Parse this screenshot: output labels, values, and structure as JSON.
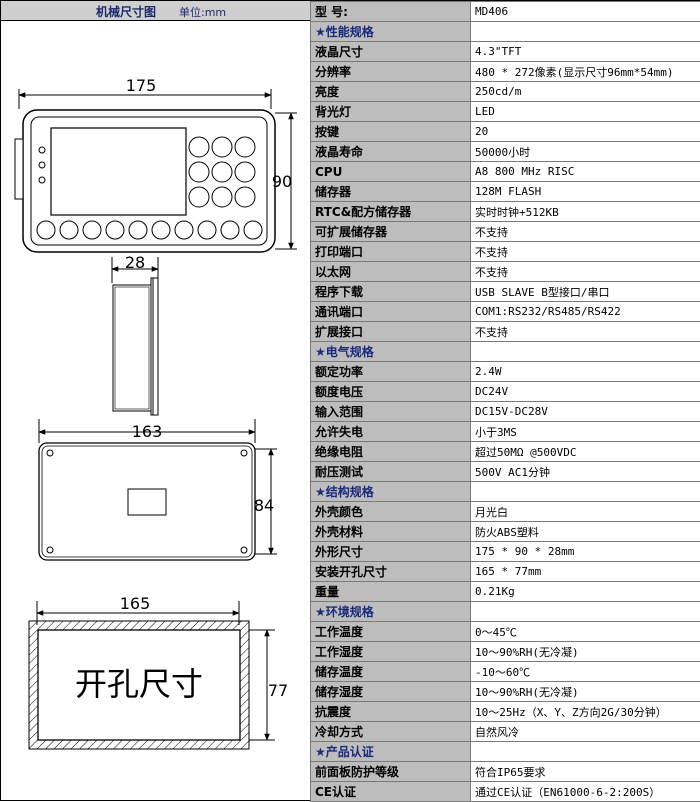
{
  "drawing": {
    "title": "机械尺寸图",
    "unit": "单位:mm",
    "front_width": "175",
    "front_height": "90",
    "side_depth": "28",
    "back_width": "163",
    "back_height": "84",
    "cutout_width": "165",
    "cutout_height": "77",
    "cutout_label": "开孔尺寸"
  },
  "spec_rows": [
    {
      "label": "型    号:",
      "value": "MD406"
    },
    {
      "label": "★性能规格",
      "value": "",
      "section": true
    },
    {
      "label": "液晶尺寸",
      "value": "4.3\"TFT"
    },
    {
      "label": "分辨率",
      "value": "480 * 272像素(显示尺寸96mm*54mm)"
    },
    {
      "label": "亮度",
      "value": "250cd/m"
    },
    {
      "label": "背光灯",
      "value": "LED"
    },
    {
      "label": "按键",
      "value": "20"
    },
    {
      "label": "液晶寿命",
      "value": "50000小时"
    },
    {
      "label": "CPU",
      "value": "A8 800 MHz RISC"
    },
    {
      "label": "储存器",
      "value": "128M FLASH"
    },
    {
      "label": "RTC&配方储存器",
      "value": "实时时钟+512KB"
    },
    {
      "label": "可扩展储存器",
      "value": "不支持"
    },
    {
      "label": "打印端口",
      "value": "不支持"
    },
    {
      "label": "以太网",
      "value": "不支持"
    },
    {
      "label": "程序下载",
      "value": "USB SLAVE B型接口/串口"
    },
    {
      "label": "通讯端口",
      "value": "COM1:RS232/RS485/RS422"
    },
    {
      "label": "扩展接口",
      "value": "不支持"
    },
    {
      "label": "★电气规格",
      "value": "",
      "section": true
    },
    {
      "label": "额定功率",
      "value": "2.4W"
    },
    {
      "label": "额度电压",
      "value": "DC24V"
    },
    {
      "label": "输入范围",
      "value": "DC15V-DC28V"
    },
    {
      "label": "允许失电",
      "value": "小于3MS"
    },
    {
      "label": "绝缘电阻",
      "value": "超过50MΩ @500VDC"
    },
    {
      "label": "耐压测试",
      "value": "500V AC1分钟"
    },
    {
      "label": "★结构规格",
      "value": "",
      "section": true
    },
    {
      "label": "外壳颜色",
      "value": "月光白"
    },
    {
      "label": "外壳材料",
      "value": "防火ABS塑料"
    },
    {
      "label": "外形尺寸",
      "value": "175 * 90 * 28mm"
    },
    {
      "label": "安装开孔尺寸",
      "value": "165 * 77mm"
    },
    {
      "label": "重量",
      "value": "0.21Kg"
    },
    {
      "label": "★环境规格",
      "value": "",
      "section": true
    },
    {
      "label": "工作温度",
      "value": "0～45℃"
    },
    {
      "label": "工作湿度",
      "value": "10～90%RH(无冷凝)"
    },
    {
      "label": "储存温度",
      "value": "-10～60℃"
    },
    {
      "label": "储存湿度",
      "value": "10～90%RH(无冷凝)"
    },
    {
      "label": "抗震度",
      "value": "10～25Hz（X、Y、Z方向2G/30分钟）"
    },
    {
      "label": "冷却方式",
      "value": "自然风冷"
    },
    {
      "label": "★产品认证",
      "value": "",
      "section": true
    },
    {
      "label": "前面板防护等级",
      "value": "符合IP65要求"
    },
    {
      "label": "CE认证",
      "value": "通过CE认证（EN61000-6-2:200S）"
    }
  ]
}
